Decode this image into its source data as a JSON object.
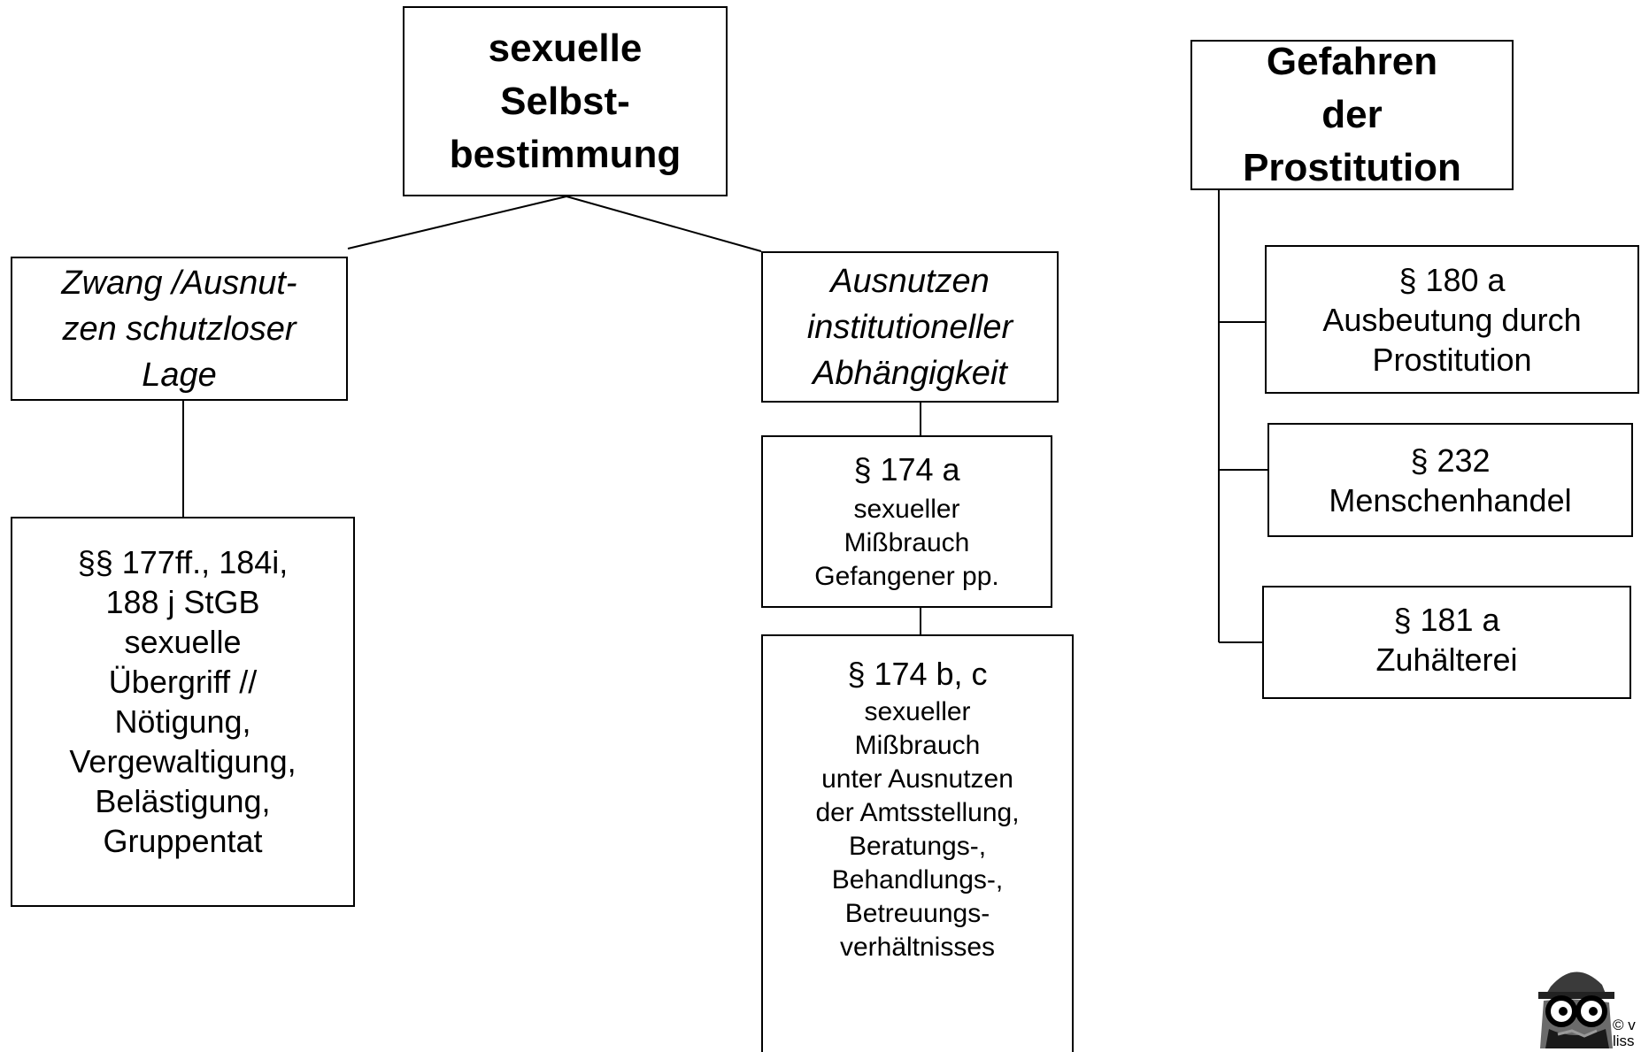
{
  "diagram": {
    "left_tree": {
      "root": {
        "text": "sexuelle\nSelbst-\nbestimmung"
      },
      "branches": [
        {
          "category": "Zwang /Ausnut-\nzen schutzloser\nLage",
          "laws": [
            {
              "text": "§§ 177ff., 184i,\n188 j StGB\nsexuelle\nÜbergriff //\nNötigung,\nVergewaltigung,\nBelästigung,\nGruppentat"
            }
          ]
        },
        {
          "category": "Ausnutzen\ninstitutioneller\nAbhängigkeit",
          "laws": [
            {
              "head": "§ 174 a",
              "text": "sexueller\nMißbrauch\nGefangener pp."
            },
            {
              "head": "§ 174 b, c",
              "text": "sexueller\nMißbrauch\nunter Ausnutzen\nder Amtsstellung,\nBeratungs-,\nBehandlungs-,\nBetreuungs-\nverhältnisses"
            }
          ]
        }
      ]
    },
    "right_tree": {
      "root": {
        "text": "Gefahren\nder\nProstitution"
      },
      "items": [
        {
          "text": "§ 180 a\nAusbeutung durch\nProstitution"
        },
        {
          "text": "§ 232\nMenschenhandel"
        },
        {
          "text": "§ 181 a\nZuhälterei"
        }
      ]
    }
  },
  "footer": {
    "copyright": "© v\nliss",
    "logo_icon": "spy-detective-icon"
  }
}
